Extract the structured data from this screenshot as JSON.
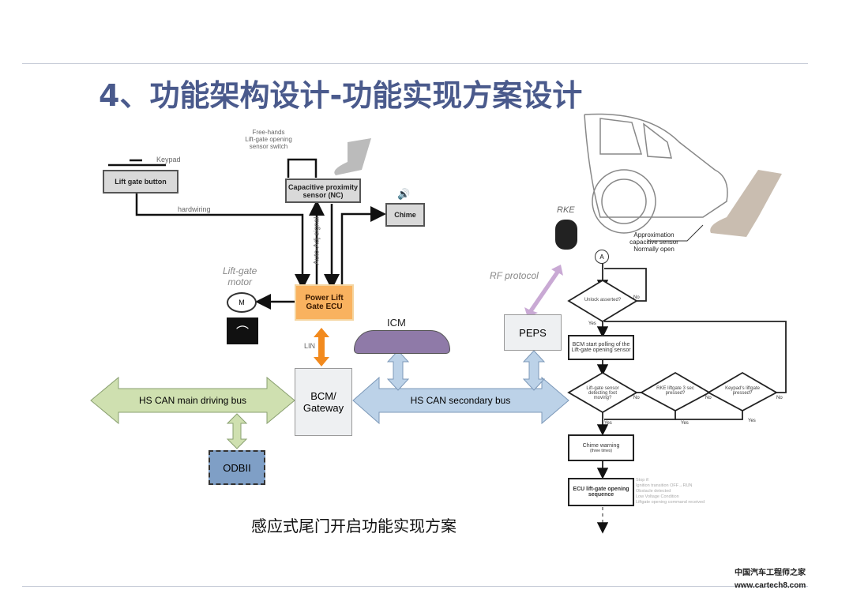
{
  "title": "4、功能架构设计-功能实现方案设计",
  "caption": "感应式尾门开启功能实现方案",
  "watermark": "中国汽车工程师之家 www.cartech8.com",
  "colors": {
    "title": "#4a5a8c",
    "ecu": "#f9b25f",
    "lin": "#f28a1e",
    "can_main": "#cfe0b0",
    "can_secondary": "#bcd2e8",
    "rf": "#c9a9d4",
    "odb": "#7f9fc6",
    "icm": "#8f7aa8"
  },
  "arch": {
    "keypad": "Keypad",
    "lift_gate_button": "Lift gate button",
    "sensor_switch": "Free-hands\nLift-gate opening\nsensor switch",
    "cap_sensor": "Capacitive proximity sensor (NC)",
    "hardwiring": "hardwiring",
    "auto_adj": "Auto-Adj signal",
    "chime": "Chime",
    "motor_label": "Lift-gate\nmotor",
    "motor": "M",
    "ecu": "Power Lift Gate ECU",
    "lin": "LIN",
    "icm": "ICM",
    "bcm": "BCM/ Gateway",
    "hs_can_main": "HS CAN main driving bus",
    "hs_can_secondary": "HS CAN secondary bus",
    "odb": "ODBII",
    "peps": "PEPS",
    "rf": "RF protocol",
    "rke": "RKE",
    "car_sensor": "Approximation capacitive sensor Normally open"
  },
  "flow": {
    "start": "A",
    "d1": "Unlock asserted?",
    "no": "No",
    "yes": "Yes",
    "p1": "BCM start polling of the Lift-gate opening sensor",
    "d2": "Lift-gate sensor detecting foot moving?",
    "d3": "RKE liftgate 3 sec pressed?",
    "d4": "Keypad's liftgate pressed?",
    "p2": "Chime warning",
    "p2_sub": "(three times)",
    "p3": "ECU lift-gate opening sequence",
    "stop": "Stop if:\nIgnition transition OFF→RUN\nObstacle detected\nLow Voltage Condition\nLiftgate opening command received"
  }
}
